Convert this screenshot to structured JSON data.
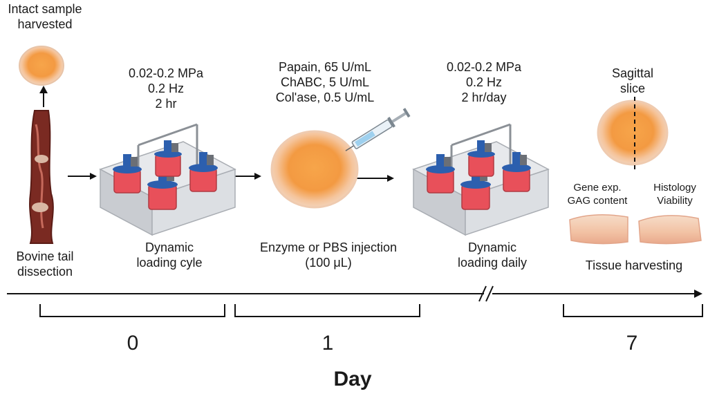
{
  "steps": {
    "intact_sample": "Intact sample\nharvested",
    "dissection": "Bovine tail\ndissection",
    "loading_cycle_params": "0.02-0.2 MPa\n0.2 Hz\n2 hr",
    "loading_cycle": "Dynamic\nloading cyle",
    "enzymes": "Papain, 65 U/mL\nChABC, 5 U/mL\nCol'ase, 0.5 U/mL",
    "injection": "Enzyme or PBS injection\n(100 μL)",
    "daily_params": "0.02-0.2 MPa\n0.2 Hz\n2 hr/day",
    "loading_daily": "Dynamic\nloading daily",
    "sagittal": "Sagittal\nslice",
    "gene_gag": "Gene exp.\nGAG content",
    "histology_viability": "Histology\nViability",
    "harvesting": "Tissue harvesting"
  },
  "timeline": {
    "days": [
      "0",
      "1",
      "7"
    ],
    "axis_label": "Day"
  },
  "colors": {
    "disc_outer": "#f3cfb3",
    "disc_inner": "#f59a3e",
    "tail": "#7a2a22",
    "chamber_red": "#e8505a",
    "cap_blue": "#2c5fae",
    "bioreactor_grey": "#d7d9dc"
  },
  "icons": [
    "arrow-right-icon",
    "arrow-up-icon",
    "syringe-icon",
    "bioreactor-icon",
    "disc-icon",
    "tail-icon",
    "axis-break-icon"
  ]
}
